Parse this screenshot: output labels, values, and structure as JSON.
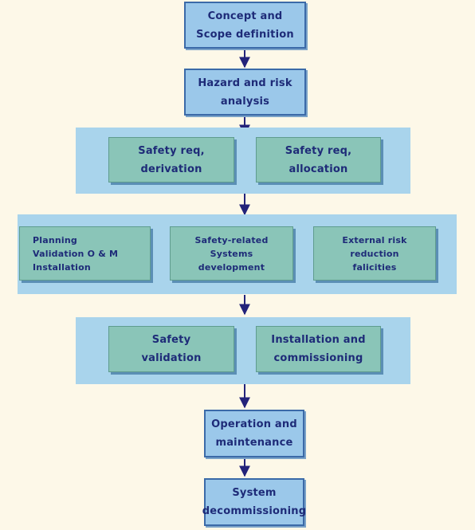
{
  "colors": {
    "background": "#fdf8e8",
    "stage_box": "#9bc8ea",
    "group_panel": "#a9d4ec",
    "sub_box": "#8ac5b8",
    "text": "#1e2b78",
    "arrow": "#23237a"
  },
  "stages": {
    "concept": "Concept and\nScope definition",
    "hazard": "Hazard and risk\nanalysis",
    "operation": "Operation and\nmaintenance",
    "decommission": "System\ndecommissioning"
  },
  "requirements": {
    "derivation": "Safety req,\nderivation",
    "allocation": "Safety req,\nallocation"
  },
  "realisation": {
    "planning": "Planning\nValidation O & M\nInstallation",
    "srs_development": "Safety-related\nSystems\ndevelopment",
    "external_risk": "External risk\nreduction\nfalicities"
  },
  "validation": {
    "safety_validation": "Safety\nvalidation",
    "installation": "Installation and\ncommissioning"
  }
}
